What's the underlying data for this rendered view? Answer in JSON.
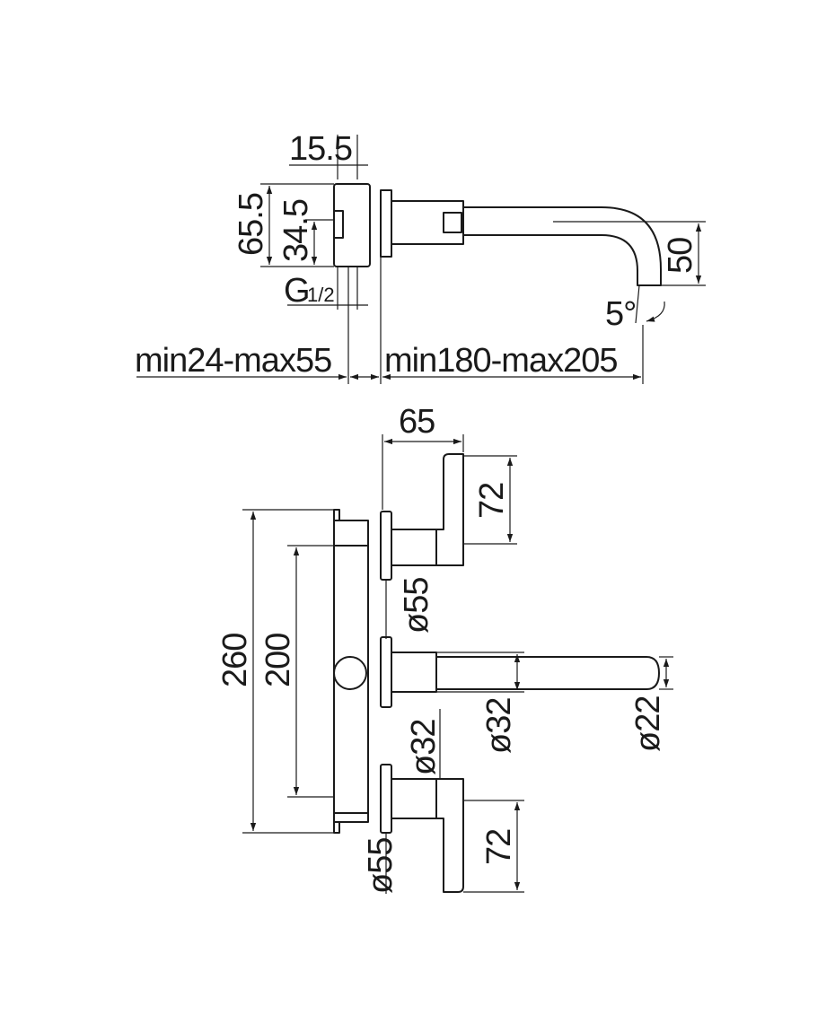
{
  "side_view": {
    "dim_top": "15.5",
    "dim_height_total": "65.5",
    "dim_height_inner": "34.5",
    "thread_letter": "G",
    "thread_fraction": "1/2",
    "dim_spout_drop": "50",
    "angle": "5°",
    "dim_wall_depth": "min24-max55",
    "dim_spout_reach": "min180-max205"
  },
  "front_view": {
    "dim_handle_width": "65",
    "dim_handle_upper_height": "72",
    "dim_total_height": "260",
    "dim_center_height": "200",
    "dim_upper_rosette": "ø55",
    "dim_spout_body": "ø32",
    "dim_spout_tip": "ø22",
    "dim_lower_body": "ø32",
    "dim_lower_rosette": "ø55",
    "dim_handle_lower_height": "72"
  }
}
